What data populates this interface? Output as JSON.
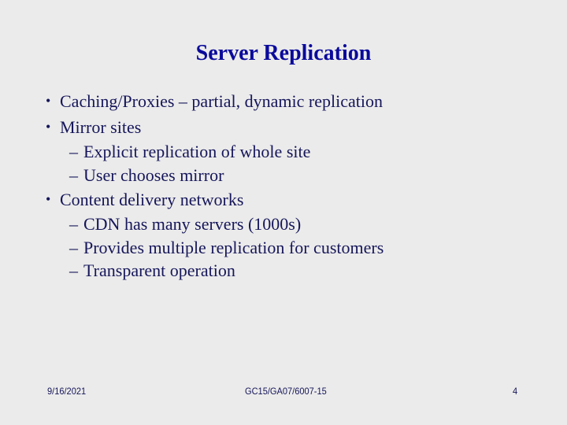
{
  "slide": {
    "title": "Server Replication",
    "bullets": [
      {
        "text": "Caching/Proxies – partial, dynamic replication",
        "sub": []
      },
      {
        "text": "Mirror sites",
        "sub": [
          "Explicit replication of whole site",
          "User chooses mirror"
        ]
      },
      {
        "text": "Content delivery networks",
        "sub": [
          "CDN has many servers (1000s)",
          "Provides multiple replication for customers",
          "Transparent operation"
        ]
      }
    ],
    "bullet_glyph": "•",
    "dash_glyph": "–",
    "footer": {
      "date": "9/16/2021",
      "code": "GC15/GA07/6007-15",
      "page": "4"
    },
    "colors": {
      "background": "#ebebeb",
      "title": "#0a0a9c",
      "text": "#16165a"
    }
  }
}
